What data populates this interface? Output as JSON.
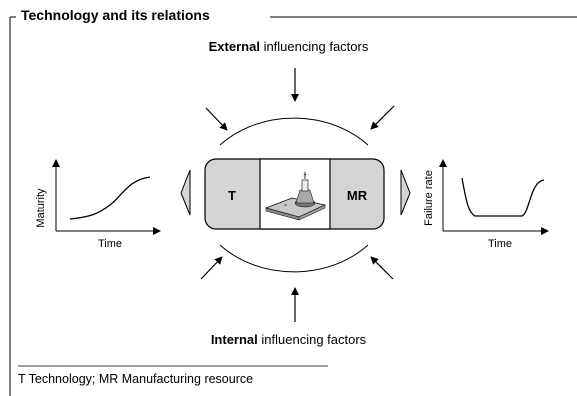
{
  "title": "Technology and its relations",
  "external_label": {
    "bold": "External",
    "rest": " influencing factors"
  },
  "internal_label": {
    "bold": "Internal",
    "rest": " influencing factors"
  },
  "center_box": {
    "left_label": "T",
    "right_label": "MR"
  },
  "left_chart": {
    "ylabel": "Maturity",
    "xlabel": "Time"
  },
  "right_chart": {
    "ylabel": "Failure rate",
    "xlabel": "Time"
  },
  "footnote": "T Technology; MR Manufacturing resource",
  "colors": {
    "box_fill": "#d4d4d4",
    "line": "#000000",
    "background": "#ffffff"
  }
}
